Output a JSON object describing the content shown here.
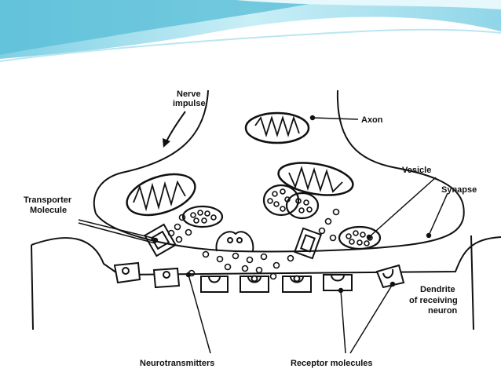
{
  "slide": {
    "banner_colors": {
      "light": "#dff4f8",
      "mid": "#9fdcec",
      "dark": "#5bbfd8"
    }
  },
  "diagram": {
    "labels": {
      "nerve_line1": "Nerve",
      "nerve_line2": "impulse",
      "axon": "Axon",
      "vesicle": "Vesicle",
      "transporter_line1": "Transporter",
      "transporter_line2": "Molecule",
      "synapse": "Synapse",
      "dendrite_line1": "Dendrite",
      "dendrite_line2": "of receiving",
      "dendrite_line3": "neuron",
      "neurotransmitters": "Neurotransmitters",
      "receptor_molecules": "Receptor molecules"
    }
  }
}
